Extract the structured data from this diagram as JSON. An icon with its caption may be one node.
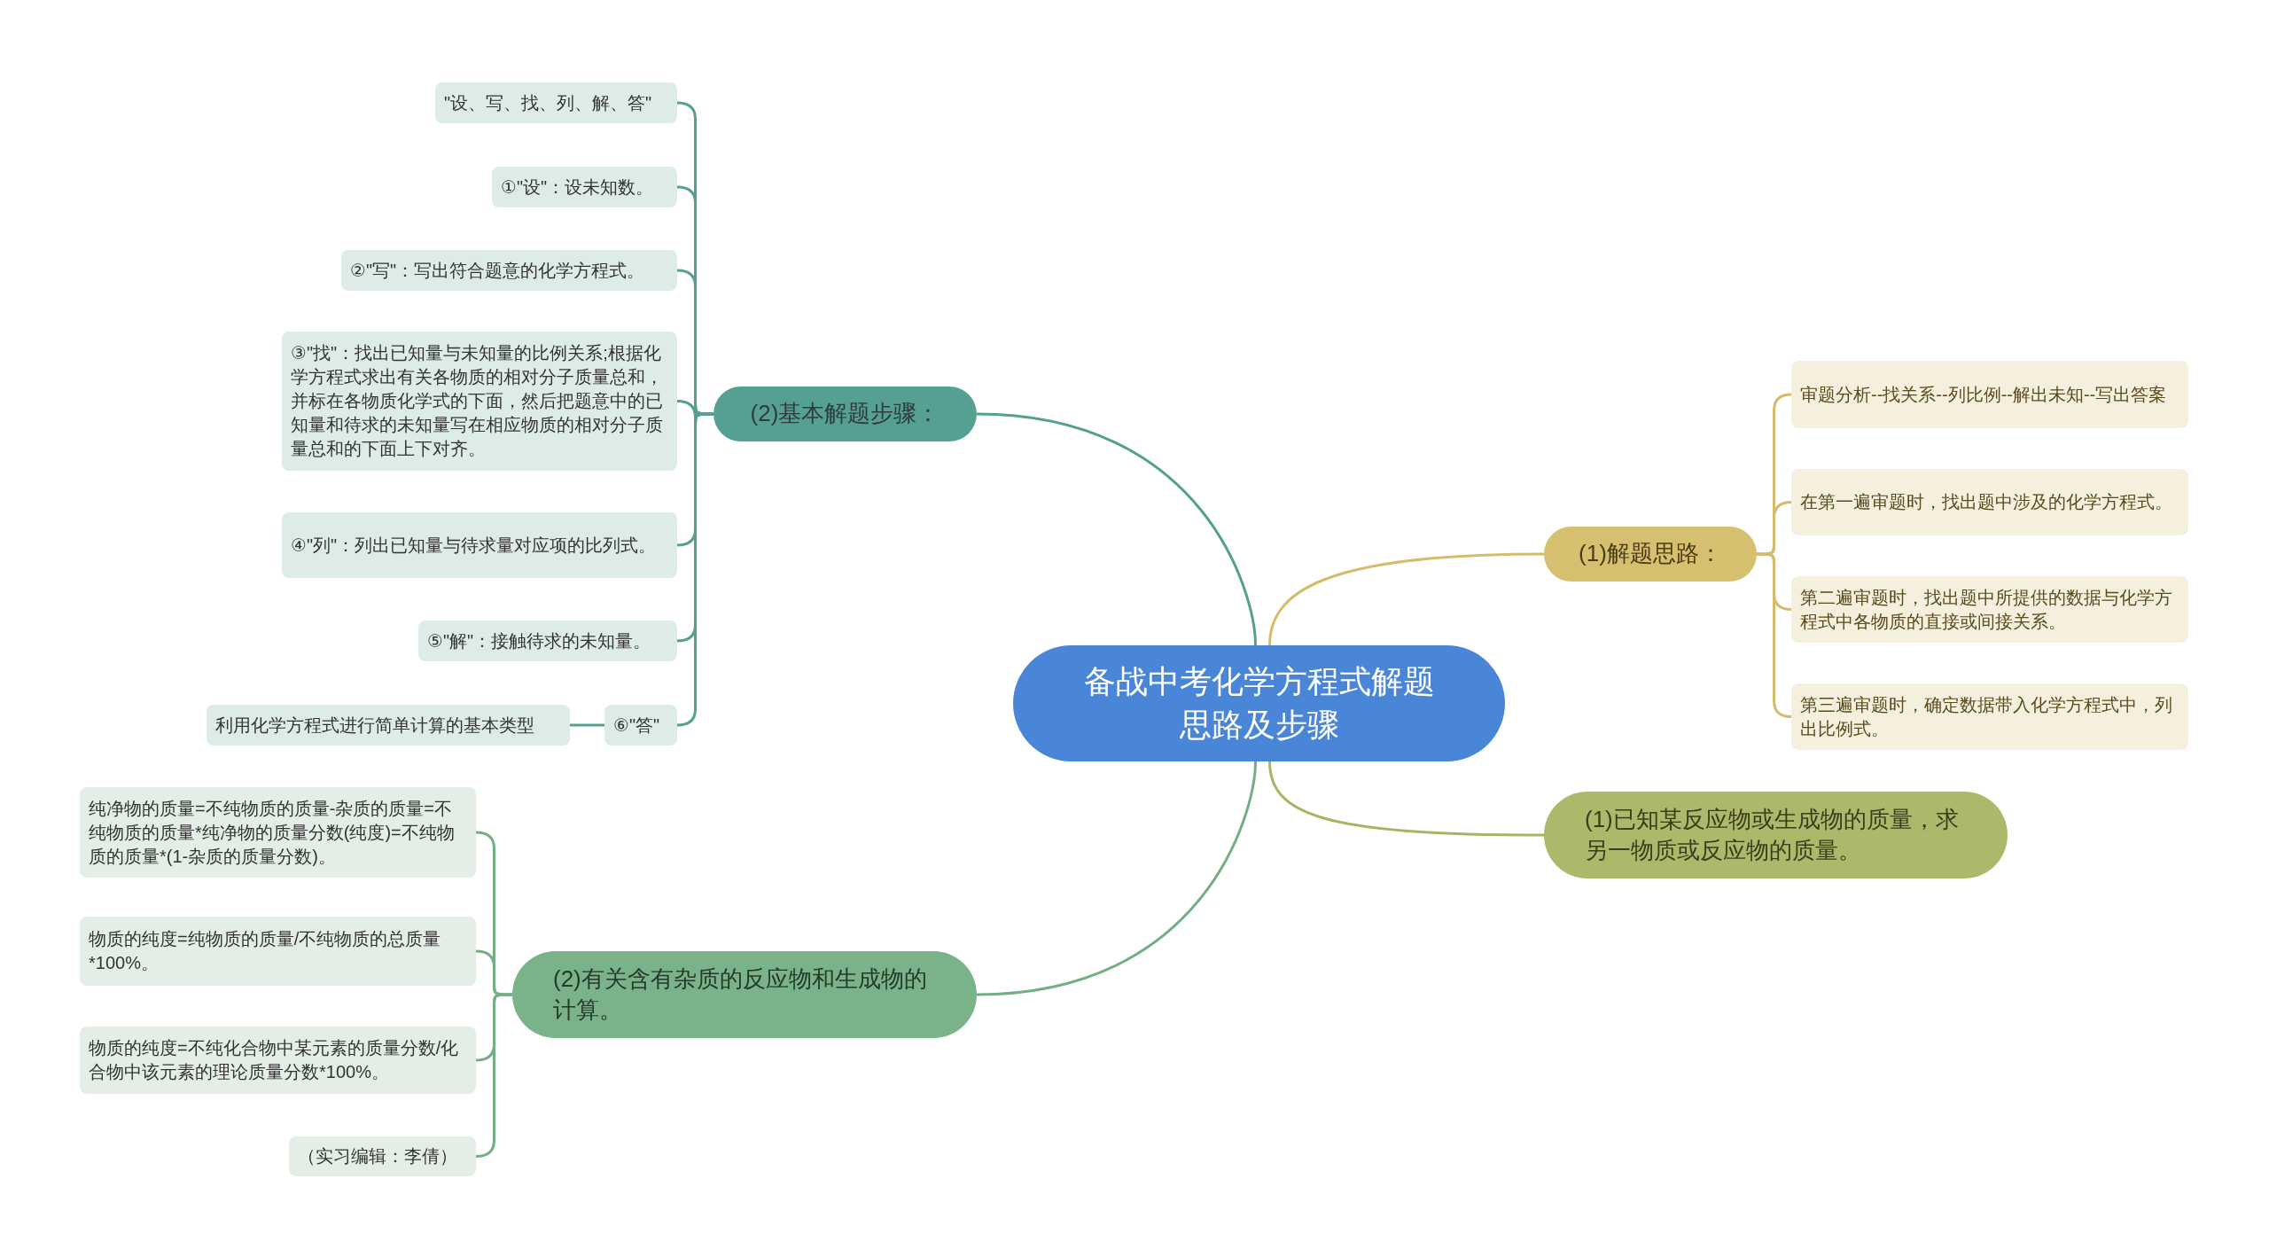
{
  "diagram": {
    "nodes": [
      {
        "text": [
          "备战中考化学方程式解题思路及步骤"
        ]
      },
      {
        "text": [
          "(2)基本解题步骤："
        ]
      },
      {
        "text": [
          "\"设、写、找、列、解、答\""
        ]
      },
      {
        "text": [
          "①\"设\"：设未知数。"
        ]
      },
      {
        "text": [
          "②\"写\"：写出符合题意的化学方程式。"
        ]
      },
      {
        "text": [
          "③\"找\"：找出已知量与未知量的比例关系;根据化学方程式求出有关各物质的相对分子质量总和，并标在各物质化学式的下面，然后把题意中的已知量和待求的未知量写在相应物质的相对分子质量总和的下面上下对齐。"
        ]
      },
      {
        "text": [
          "④\"列\"：列出已知量与待求量对应项的比列式。"
        ]
      },
      {
        "text": [
          "⑤\"解\"：接触待求的未知量。"
        ]
      },
      {
        "text": [
          "⑥\"答\""
        ]
      },
      {
        "text": [
          "利用化学方程式进行简单计算的基本类型"
        ]
      },
      {
        "text": [
          "(1)解题思路："
        ]
      },
      {
        "text": [
          "审题分析--找关系--列比例--解出未知--写出答案"
        ]
      },
      {
        "text": [
          "在第一遍审题时，找出题中涉及的化学方程式。"
        ]
      },
      {
        "text": [
          "第二遍审题时，找出题中所提供的数据与化学方程式中各物质的直接或间接关系。"
        ]
      },
      {
        "text": [
          "第三遍审题时，确定数据带入化学方程式中，列出比例式。"
        ]
      },
      {
        "text": [
          "(1)已知某反应物或生成物的质量，求另一物质或反应物的质量。"
        ]
      },
      {
        "text": [
          "(2)有关含有杂质的反应物和生成物的计算。"
        ]
      },
      {
        "text": [
          "纯净物的质量=不纯物质的质量-杂质的质量=不纯物质的质量*纯净物的质量分数(纯度)=不纯物质的质量*(1-杂质的质量分数)。"
        ]
      },
      {
        "text": [
          "物质的纯度=纯物质的质量/不纯物质的总质量*100%。"
        ]
      },
      {
        "text": [
          "物质的纯度=不纯化合物中某元素的质量分数/化合物中该元素的理论质量分数*100%。"
        ]
      },
      {
        "text": [
          "（实习编辑：李倩）"
        ]
      }
    ],
    "edges": [
      {
        "from": 0,
        "to": 1,
        "arrow": "none"
      },
      {
        "from": 1,
        "to": 2,
        "arrow": "none"
      },
      {
        "from": 1,
        "to": 3,
        "arrow": "none"
      },
      {
        "from": 1,
        "to": 4,
        "arrow": "none"
      },
      {
        "from": 1,
        "to": 5,
        "arrow": "none"
      },
      {
        "from": 1,
        "to": 6,
        "arrow": "none"
      },
      {
        "from": 1,
        "to": 7,
        "arrow": "none"
      },
      {
        "from": 1,
        "to": 8,
        "arrow": "none"
      },
      {
        "from": 8,
        "to": 9,
        "arrow": "none"
      },
      {
        "from": 0,
        "to": 10,
        "arrow": "none",
        "color": "#d4bc6a"
      },
      {
        "from": 10,
        "to": 11,
        "arrow": "none",
        "color": "#d4bc6a"
      },
      {
        "from": 10,
        "to": 12,
        "arrow": "none",
        "color": "#d4bc6a"
      },
      {
        "from": 10,
        "to": 13,
        "arrow": "none",
        "color": "#d4bc6a"
      },
      {
        "from": 10,
        "to": 14,
        "arrow": "none",
        "color": "#d4bc6a"
      },
      {
        "from": 0,
        "to": 15,
        "arrow": "none",
        "color": "#a8b462"
      },
      {
        "from": 0,
        "to": 16,
        "arrow": "none",
        "color": "#74ae84"
      },
      {
        "from": 16,
        "to": 17,
        "arrow": "none",
        "color": "#74ae84"
      },
      {
        "from": 16,
        "to": 18,
        "arrow": "none",
        "color": "#74ae84"
      },
      {
        "from": 16,
        "to": 19,
        "arrow": "none",
        "color": "#74ae84"
      },
      {
        "from": 16,
        "to": 20,
        "arrow": "none",
        "color": "#74ae84"
      }
    ]
  }
}
